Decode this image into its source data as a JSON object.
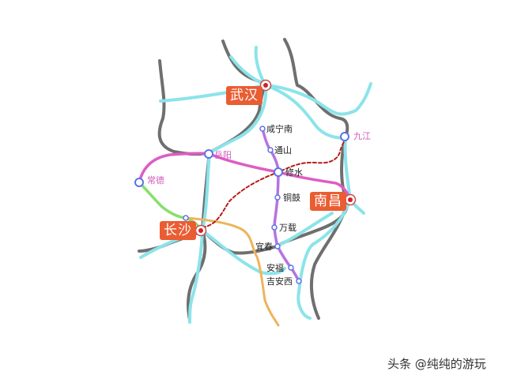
{
  "title": "Railway network map around Wuhan, Changsha and Nanchang",
  "colors": {
    "conventional_rail": "#6f6f6f",
    "high_speed_rail": "#8be4ea",
    "purple_line": "#b673e0",
    "pink_line": "#df5cc4",
    "green_line": "#86e06a",
    "orange_line": "#eeb45c",
    "planned_dashed": "#b81c1c",
    "hub_badge": "#ea5d33",
    "station_ring": "#5d73e8",
    "hub_dot": "#d21f2a"
  },
  "hubs": [
    {
      "id": "wuhan",
      "label": "武汉"
    },
    {
      "id": "changsha",
      "label": "长沙"
    },
    {
      "id": "nanchang",
      "label": "南昌"
    }
  ],
  "major_stations": [
    {
      "id": "yueyang",
      "label": "岳阳"
    },
    {
      "id": "changde",
      "label": "常德"
    },
    {
      "id": "jiujiang",
      "label": "九江"
    },
    {
      "id": "xiushui",
      "label": "修水"
    }
  ],
  "minor_stations": [
    {
      "id": "xianningnan",
      "label": "咸宁南"
    },
    {
      "id": "tongshan",
      "label": "通山"
    },
    {
      "id": "tonggu",
      "label": "铜鼓"
    },
    {
      "id": "wanzai",
      "label": "万载"
    },
    {
      "id": "yichun",
      "label": "宜春"
    },
    {
      "id": "anfu",
      "label": "安福"
    },
    {
      "id": "jianxi",
      "label": "吉安西"
    }
  ],
  "watermark": "头条 @纯纯的游玩"
}
